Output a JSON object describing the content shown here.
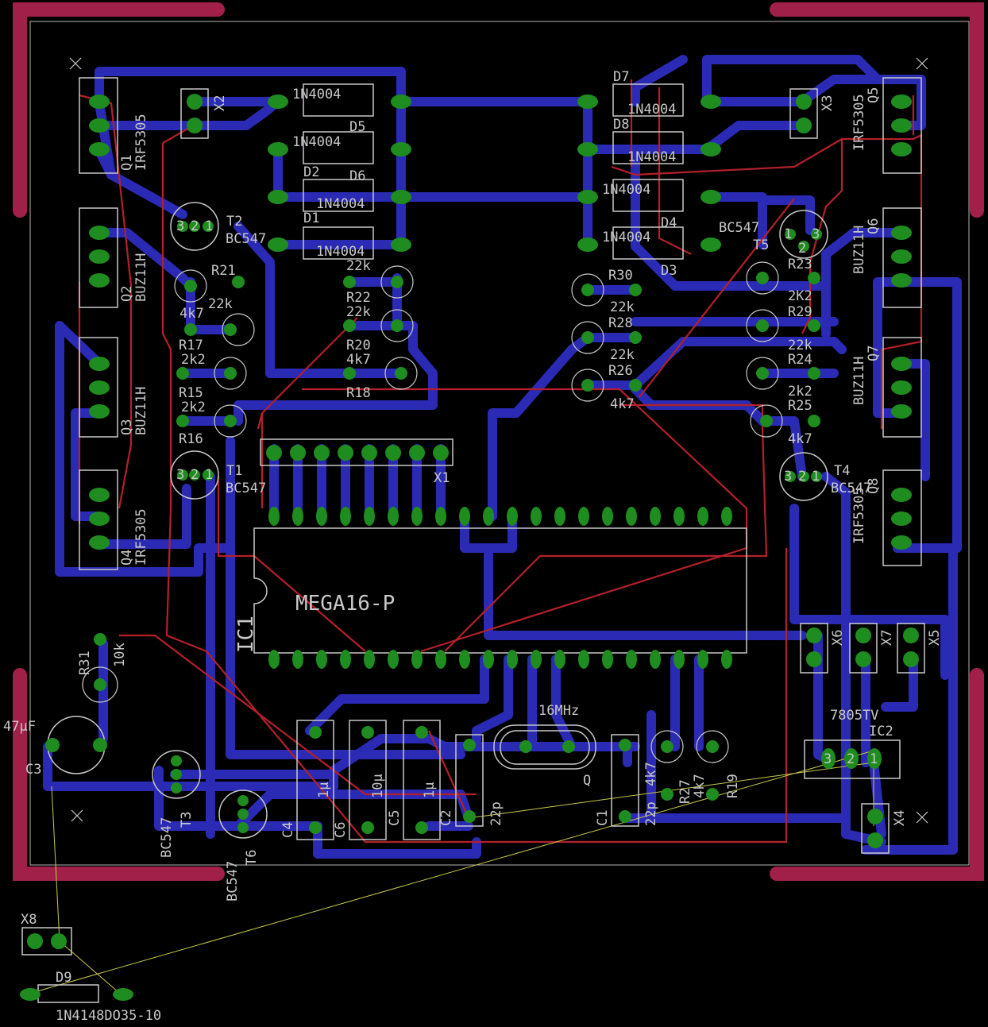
{
  "colors": {
    "background": "#000000",
    "bottom_trace": "#2a2ab4",
    "top_trace": "#b4202a",
    "pad": "#1e8c1e",
    "silkscreen": "#c8c8c8",
    "board_corner": "#a0204a",
    "airwire": "#c8c84a"
  },
  "labels": {
    "q1": "Q1",
    "q1v": "IRF5305",
    "q2": "Q2",
    "q2v": "BUZ11H",
    "q3": "Q3",
    "q3v": "BUZ11H",
    "q4": "Q4",
    "q4v": "IRF5305",
    "q5": "Q5",
    "q5v": "IRF5305",
    "q6": "Q6",
    "q6v": "BUZ11H",
    "q7": "Q7",
    "q7v": "BUZ11H",
    "q8": "Q8",
    "q8v": "IRF5305",
    "x1": "X1",
    "x2": "X2",
    "x3": "X3",
    "x4": "X4",
    "x5": "X5",
    "x6": "X6",
    "x7": "X7",
    "x8": "X8",
    "d1": "D1",
    "d2": "D2",
    "d3": "D3",
    "d4": "D4",
    "d5": "D5",
    "d6": "D6",
    "d7": "D7",
    "d8": "D8",
    "d9": "D9",
    "diode": "1N4004",
    "d9v": "1N4148DO35-10",
    "t1": "T1",
    "t2": "T2",
    "t3": "T3",
    "t4": "T4",
    "t5": "T5",
    "t6": "T6",
    "bc547": "BC547",
    "r15": "R15",
    "r16": "R16",
    "r17": "R17",
    "r18": "R18",
    "r19": "R19",
    "r20": "R20",
    "r21": "R21",
    "r22": "R22",
    "r23": "R23",
    "r24": "R24",
    "r25": "R25",
    "r26": "R26",
    "r27": "R27",
    "r28": "R28",
    "r29": "R29",
    "r30": "R30",
    "r31": "R31",
    "v22k": "22k",
    "v4k7": "4k7",
    "v2k2": "2k2",
    "v10k": "10k",
    "v2k2b": "2K2",
    "ic1": "IC1",
    "ic1v": "MEGA16-P",
    "ic2": "IC2",
    "ic2v": "7805TV",
    "q": "Q",
    "qv": "16MHz",
    "c1": "C1",
    "c2": "C2",
    "c3": "C3",
    "c4": "C4",
    "c5": "C5",
    "c6": "C6",
    "c3v": "47µF",
    "c1v": "22p",
    "c2v": "22p",
    "c1u": "1µ",
    "c10u": "10µ",
    "pin1": "1",
    "pin2": "2",
    "pin3": "3"
  }
}
